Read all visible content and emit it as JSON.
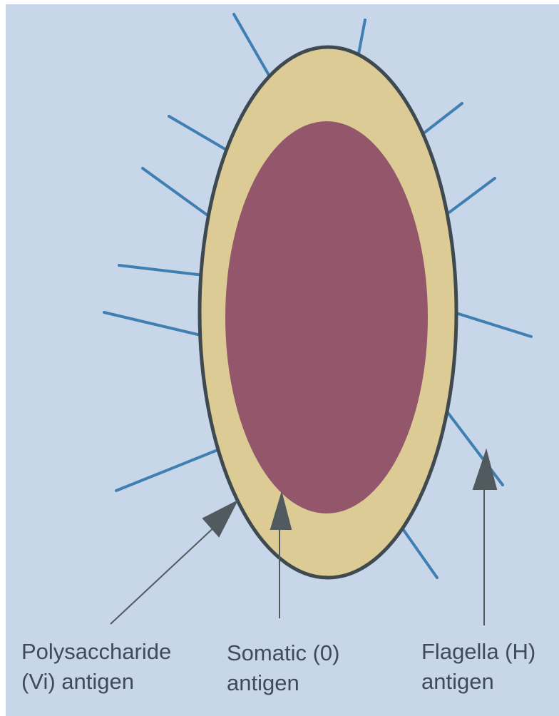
{
  "labels": {
    "capsule": {
      "line1": "Polysaccharide",
      "line2": "(Vi) antigen"
    },
    "body": {
      "line1": "Somatic (0)",
      "line2": "antigen"
    },
    "flagella": {
      "line1": "Flagella (H)",
      "line2": "antigen"
    }
  },
  "colors": {
    "background": "#c7d6e8",
    "capsule": "#dccb94",
    "outline": "#3f4a50",
    "cell_body": "#94566a",
    "flagella": "#3f7fb1",
    "arrows": "#505a5f",
    "text": "#3d4b5c"
  }
}
